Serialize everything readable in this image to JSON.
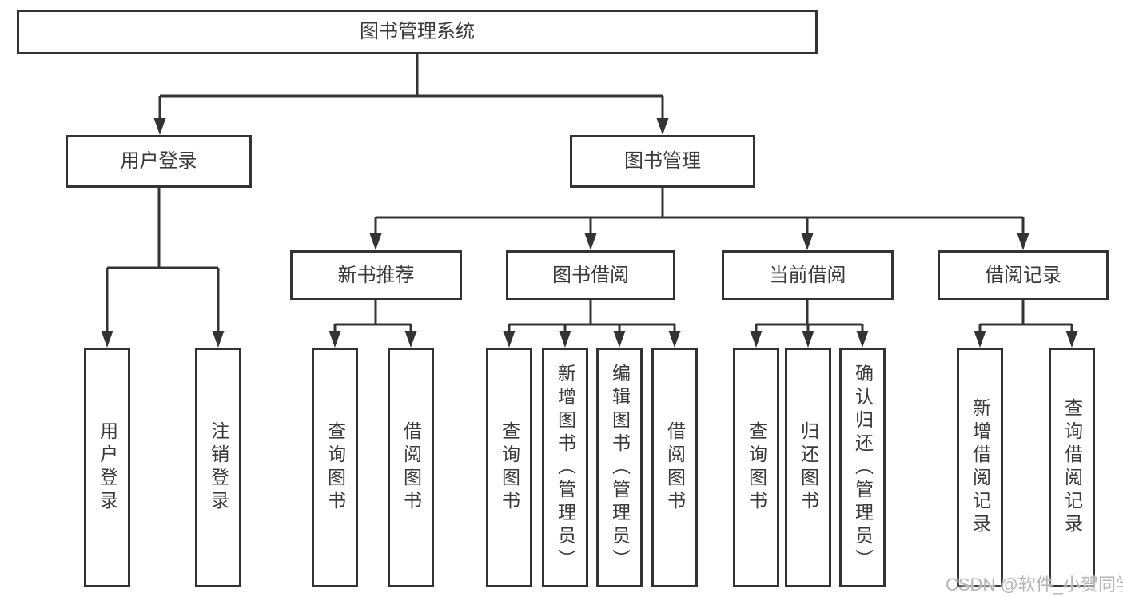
{
  "colors": {
    "line": "#333333",
    "text": "#3a3a3a",
    "box_bg": "#ffffff",
    "watermark": "#b5b5b5",
    "background": "#ffffff"
  },
  "tree": {
    "root": {
      "label": "图书管理系统"
    },
    "branches": [
      {
        "label": "用户登录",
        "children": [
          {
            "label": "用户登录"
          },
          {
            "label": "注销登录"
          }
        ]
      },
      {
        "label": "图书管理",
        "children": [
          {
            "label": "新书推荐",
            "children": [
              {
                "label": "查询图书"
              },
              {
                "label": "借阅图书"
              }
            ]
          },
          {
            "label": "图书借阅",
            "children": [
              {
                "label": "查询图书"
              },
              {
                "label": "新增图书（管理员）"
              },
              {
                "label": "编辑图书（管理员）"
              },
              {
                "label": "借阅图书"
              }
            ]
          },
          {
            "label": "当前借阅",
            "children": [
              {
                "label": "查询图书"
              },
              {
                "label": "归还图书"
              },
              {
                "label": "确认归还（管理员）"
              }
            ]
          },
          {
            "label": "借阅记录",
            "children": [
              {
                "label": "新增借阅记录"
              },
              {
                "label": "查询借阅记录"
              }
            ]
          }
        ]
      }
    ]
  },
  "watermark": {
    "text": "CSDN @软件_小贺同学"
  }
}
